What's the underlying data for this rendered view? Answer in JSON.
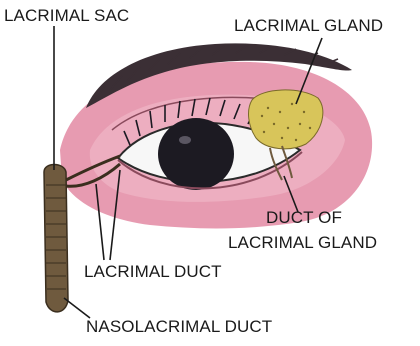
{
  "labels": {
    "lacrimal_sac": "LACRIMAL SAC",
    "lacrimal_gland": "LACRIMAL GLAND",
    "duct_of_gland_line1": "DUCT OF",
    "duct_of_gland_line2": "LACRIMAL GLAND",
    "lacrimal_duct": "LACRIMAL DUCT",
    "nasolacrimal_duct": "NASOLACRIMAL DUCT"
  },
  "colors": {
    "skin": "#e79bb1",
    "skin_light": "#f0b6c6",
    "eyebrow": "#3b2f35",
    "gland": "#d8c55a",
    "duct": "#6f5a3e",
    "pupil": "#1c1a22",
    "sclera": "#f7f7f7",
    "line": "#1a1a1a"
  }
}
